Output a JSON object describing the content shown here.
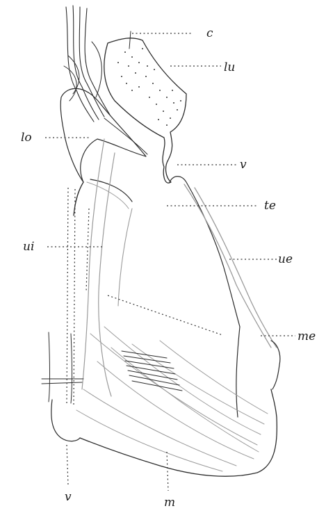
{
  "labels": {
    "c": "c",
    "lu": "lu",
    "lo": "lo",
    "v": "v",
    "te": "te",
    "ui": "ui",
    "ue": "ue",
    "me": "me",
    "bottom_left": "v",
    "bottom_center": "m"
  },
  "colors": {
    "ink": "#2a2a2a",
    "faint_ink": "#9a9a9a",
    "paper": "#ffffff"
  }
}
